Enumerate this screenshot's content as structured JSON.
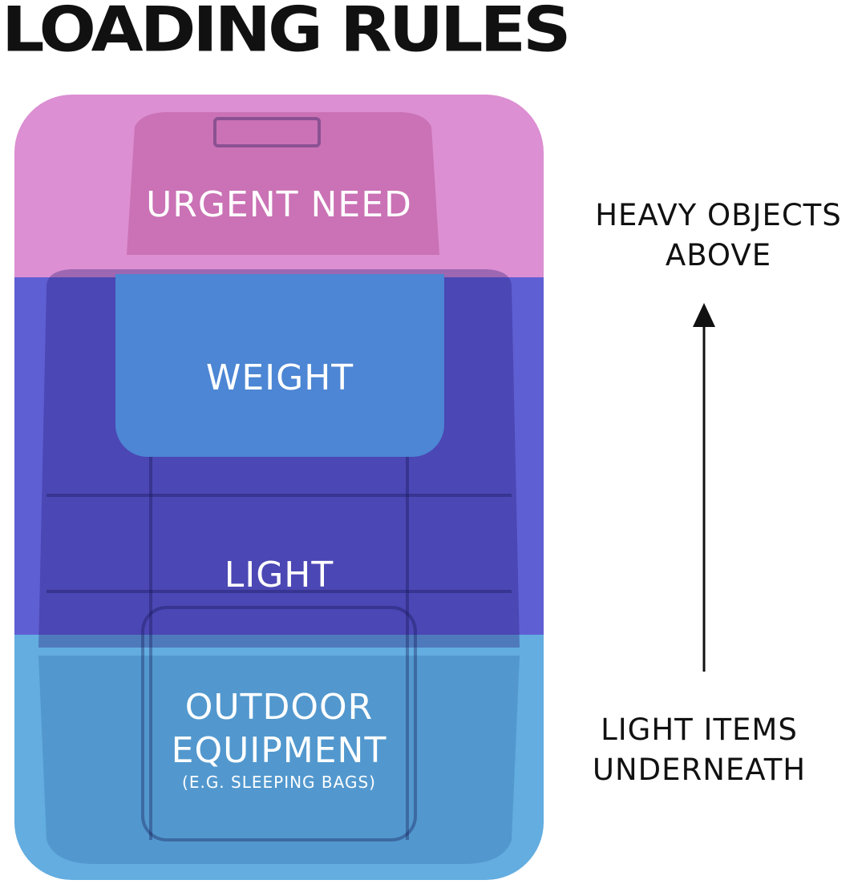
{
  "title": "LOADING RULES",
  "zones": {
    "top": "URGENT NEED",
    "middle_top": "WEIGHT",
    "middle": "LIGHT",
    "bottom": "OUTDOOR EQUIPMENT",
    "bottom_sub": "(E.G. SLEEPING BAGS)"
  },
  "annotations": {
    "up": "HEAVY OBJECTS ABOVE",
    "down": "LIGHT ITEMS UNDERNEATH"
  },
  "colors": {
    "urgent": "#dc8fd2",
    "light": "#5f5fd4",
    "weight": "#4c86d4",
    "outdoor": "#63ade0"
  }
}
